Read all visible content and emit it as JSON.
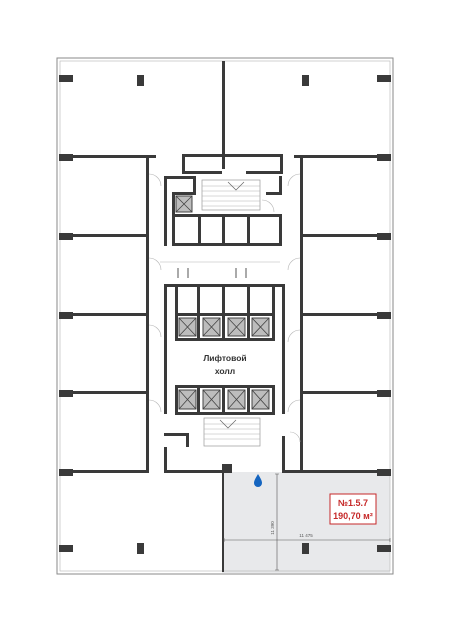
{
  "plan": {
    "hall_label_line1": "Лифтовой",
    "hall_label_line2": "холл",
    "unit": {
      "number": "№1.5.7",
      "area": "190,70 м²",
      "highlight_color": "#e8e9eb",
      "label_color": "#c62828"
    },
    "dimensions": {
      "vertical": "11 390",
      "horizontal": "11 475"
    },
    "icons": {
      "water": "water-drop-icon",
      "elevator": "elevator-cross-icon",
      "stairs": "stairs-icon"
    }
  }
}
